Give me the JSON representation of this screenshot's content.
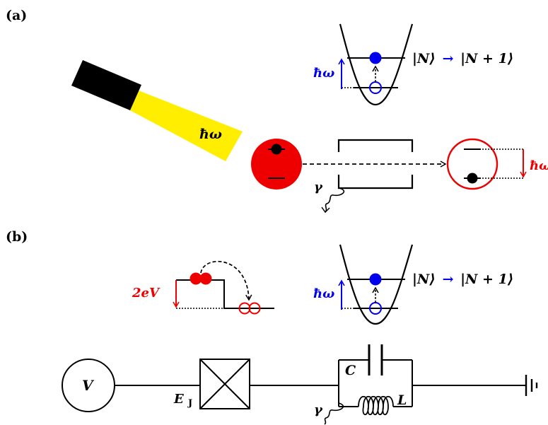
{
  "panels": {
    "a_label": "(a)",
    "b_label": "(b)"
  },
  "photon": {
    "label": "ħω"
  },
  "oscillator": {
    "quanta_label": "ħω",
    "transition_label": "|N⟩ → |N + 1⟩",
    "transition_before": "|N⟩",
    "transition_arrow": "→",
    "transition_after": "|N + 1⟩"
  },
  "emitter": {
    "emission_label": "ħω",
    "decay_label": "γ"
  },
  "junction": {
    "energy_label": "2eV"
  },
  "circuit": {
    "source_label": "V",
    "junction_label": "E",
    "junction_subscript": "J",
    "capacitor_label": "C",
    "inductor_label": "L",
    "decay_label": "γ"
  },
  "colors": {
    "blue": "#0000ee",
    "red": "#ee0000",
    "yellow": "#ffee00",
    "black": "#000000"
  }
}
